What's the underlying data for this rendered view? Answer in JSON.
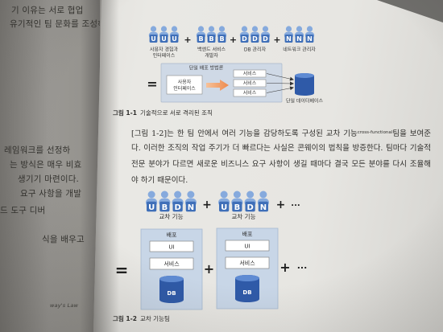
{
  "left_page": {
    "lines": [
      "기 이유는 서로 협업",
      "유기적인 팀 문화를 조성하",
      "레임워크를 선정하",
      "는 방식은 매우 비효",
      "생기기 마련이다.",
      "요구 사항을 개발",
      "드 도구 디버",
      "식을 배우고",
      "way's Law"
    ]
  },
  "figure_1_1": {
    "groups": [
      {
        "letters": [
          "U",
          "U",
          "U"
        ],
        "label": [
          "사용자 경험과",
          "인터페이스"
        ]
      },
      {
        "letters": [
          "B",
          "B",
          "B"
        ],
        "label": [
          "백엔드 서비스",
          "개발자"
        ]
      },
      {
        "letters": [
          "D",
          "D",
          "D"
        ],
        "label": [
          "DB 관리자"
        ]
      },
      {
        "letters": [
          "N",
          "N",
          "N"
        ],
        "label": [
          "네트워크 관리자"
        ]
      }
    ],
    "plus": "+",
    "equals": "=",
    "deployment_box_title": "단일 배포 방법론",
    "ui_box": [
      "사용자",
      "인터페이스"
    ],
    "services": [
      "서비스",
      "서비스",
      "서비스"
    ],
    "database_label": "단일 데이터베이스",
    "caption": {
      "number": "그림 1-1",
      "text": "기술적으로 서로 격리된 조직"
    }
  },
  "paragraph": {
    "line1": {
      "before": "[그림 1-2]는 한 팀 안에서 여러 기능을 감당하도록 구성된 교차 기능",
      "term": "cross-functional",
      "after": "팀을 보여준"
    },
    "lines": [
      "다. 이러한 조직의 작업 주기가 더 빠르다는 사실은 콘웨이의 법칙을 방증한다. 팀마다 기술적",
      "전문 분야가 다르면 새로운 비즈니스 요구 사항이 생길 때마다 결국 모든 분야를 다시 조율해",
      "야 하기 때문이다."
    ]
  },
  "figure_1_2": {
    "teams": [
      {
        "letters": [
          "U",
          "B",
          "D",
          "N"
        ],
        "label": "교차 기능"
      },
      {
        "letters": [
          "U",
          "B",
          "D",
          "N"
        ],
        "label": "교차 기능"
      }
    ],
    "plus": "+",
    "ellipsis": "...",
    "equals": "=",
    "deployments": [
      {
        "title": "배포",
        "ui": "UI",
        "service": "서비스",
        "database": "DB"
      },
      {
        "title": "배포",
        "ui": "UI",
        "service": "서비스",
        "database": "DB"
      }
    ],
    "caption": {
      "number": "그림 1-2",
      "text": "교차 기능팀"
    }
  },
  "icons": {
    "team_member": "person-icon",
    "database": "database-icon",
    "flow": "arrow-icon"
  },
  "colors": {
    "page": "#e8e7e3",
    "left_page": "#9a9894",
    "figure_blue": "#3f6fb8",
    "figure_light_blue": "#c8d6e7",
    "database_blue": "#2f5aa8",
    "arrow_orange": "#ee8a4c",
    "text": "#2f2e2b"
  }
}
